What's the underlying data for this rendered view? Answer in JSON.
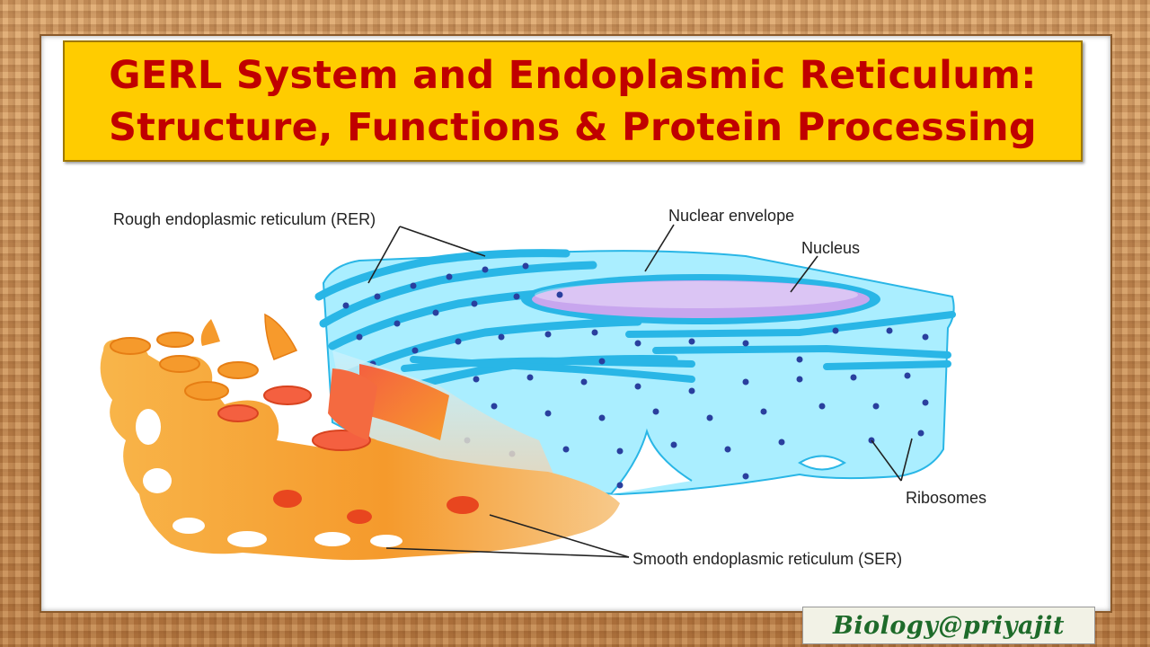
{
  "title": {
    "line1": "GERL System and Endoplasmic Reticulum:",
    "line2": "Structure, Functions & Protein Processing"
  },
  "labels": {
    "rer": "Rough endoplasmic reticulum (RER)",
    "nuclear_envelope": "Nuclear envelope",
    "nucleus": "Nucleus",
    "ribosomes": "Ribosomes",
    "ser": "Smooth endoplasmic reticulum (SER)"
  },
  "credit": "Biology@priyajit",
  "colors": {
    "title_bg": "#ffcc00",
    "title_text": "#c00000",
    "rer_fill": "#aaeeff",
    "rer_membrane": "#29b6e6",
    "ribosome": "#2a3f9e",
    "nucleus": "#c8a6ee",
    "ser_orange": "#f7a234",
    "ser_red": "#ef4a2c"
  }
}
